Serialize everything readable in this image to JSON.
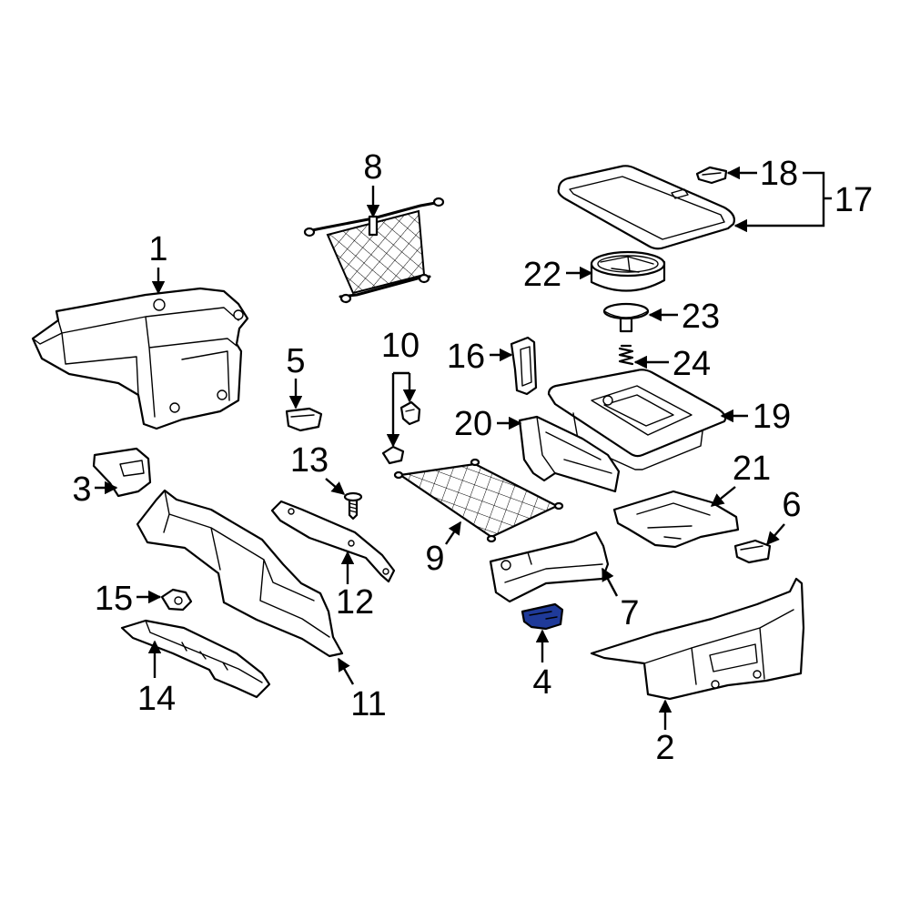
{
  "diagram": {
    "callouts": {
      "p1": "1",
      "p2": "2",
      "p3": "3",
      "p4": "4",
      "p5": "5",
      "p6": "6",
      "p7": "7",
      "p8": "8",
      "p9": "9",
      "p10": "10",
      "p11": "11",
      "p12": "12",
      "p13": "13",
      "p14": "14",
      "p15": "15",
      "p16": "16",
      "p17": "17",
      "p18": "18",
      "p19": "19",
      "p20": "20",
      "p21": "21",
      "p22": "22",
      "p23": "23",
      "p24": "24"
    }
  },
  "colors": {
    "highlight": "#1f3a99",
    "line": "#000000",
    "background": "#ffffff"
  }
}
